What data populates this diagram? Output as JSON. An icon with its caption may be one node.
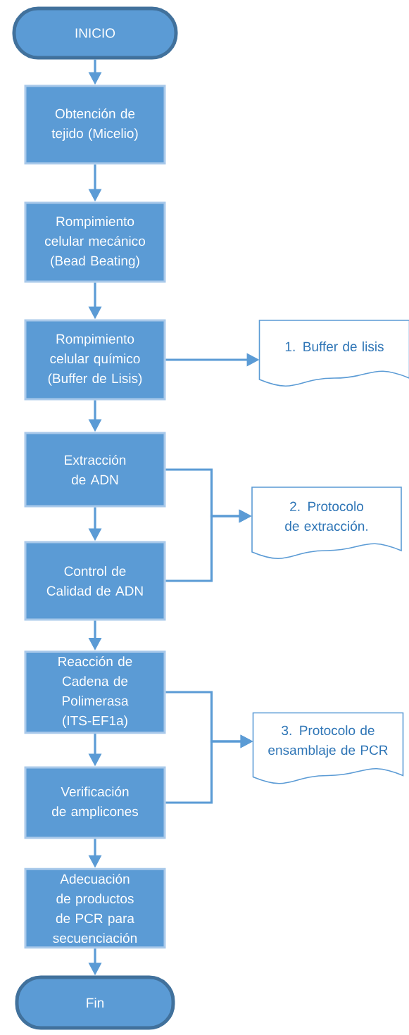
{
  "diagram": {
    "nodes": [
      {
        "text": [
          "INICIO"
        ]
      },
      {
        "text": [
          "Obtención de tejido (Micelio)"
        ]
      },
      {
        "text": [
          "Rompimiento celular mecánico (Bead Beating)"
        ]
      },
      {
        "text": [
          "Rompimiento celular químico (Buffer de Lisis)"
        ]
      },
      {
        "text": [
          "1. Buffer de lisis"
        ]
      },
      {
        "text": [
          "Extracción de ADN"
        ]
      },
      {
        "text": [
          "Control de Calidad de ADN"
        ]
      },
      {
        "text": [
          "2. Protocolo de extracción."
        ]
      },
      {
        "text": [
          "Reacción de Cadena de Polimerasa (ITS-EF1a)"
        ]
      },
      {
        "text": [
          "Verificación de amplicones"
        ]
      },
      {
        "text": [
          "3. Protocolo de ensamblaje de PCR"
        ]
      },
      {
        "text": [
          "Adecuación de productos de PCR para secuenciación"
        ]
      },
      {
        "text": [
          "Fin"
        ]
      }
    ],
    "edges": [
      {
        "from": 0,
        "to": 1,
        "arrow": "to"
      },
      {
        "from": 1,
        "to": 2,
        "arrow": "to"
      },
      {
        "from": 2,
        "to": 3,
        "arrow": "to"
      },
      {
        "from": 3,
        "to": 4,
        "arrow": "to"
      },
      {
        "from": 3,
        "to": 5,
        "arrow": "to"
      },
      {
        "from": 5,
        "to": 6,
        "arrow": "to"
      },
      {
        "from": 5,
        "to": 7,
        "arrow": "to"
      },
      {
        "from": 6,
        "to": 7,
        "arrow": "to"
      },
      {
        "from": 6,
        "to": 8,
        "arrow": "to"
      },
      {
        "from": 8,
        "to": 9,
        "arrow": "to"
      },
      {
        "from": 8,
        "to": 10,
        "arrow": "to"
      },
      {
        "from": 9,
        "to": 10,
        "arrow": "to"
      },
      {
        "from": 9,
        "to": 11,
        "arrow": "to"
      },
      {
        "from": 11,
        "to": 12,
        "arrow": "to"
      }
    ]
  }
}
